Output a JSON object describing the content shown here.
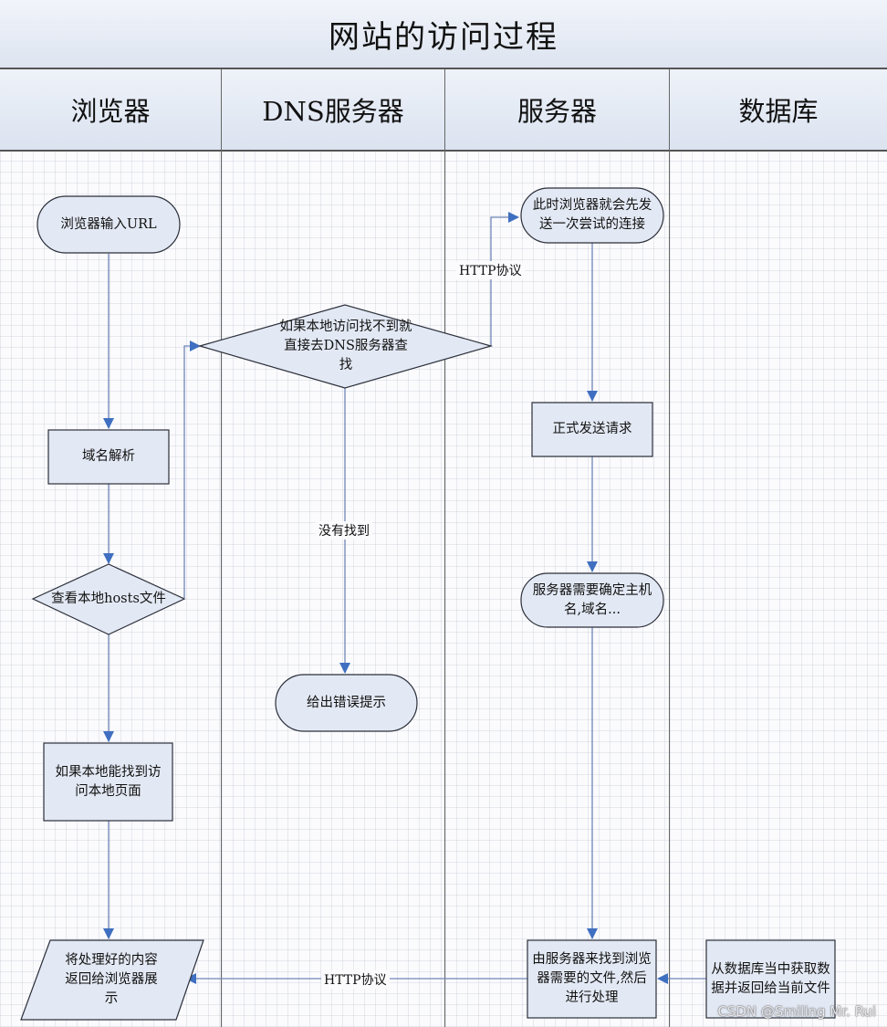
{
  "title": "网站的访问过程",
  "lanes": [
    "浏览器",
    "DNS服务器",
    "服务器",
    "数据库"
  ],
  "nodes": {
    "browser_input_url": "浏览器输入URL",
    "domain_resolve": "域名解析",
    "check_hosts": "查看本地hosts文件",
    "local_found": "如果本地能找到访问本地页面",
    "render_to_browser": "将处理好的内容返回给浏览器展示",
    "dns_lookup": "如果本地访问找不到就直接去DNS服务器查找",
    "error_prompt": "给出错误提示",
    "try_connection": "此时浏览器就会先发送一次尝试的连接",
    "send_request": "正式发送请求",
    "determine_host": "服务器需要确定主机名,域名...",
    "find_file": "由服务器来找到浏览器需要的文件,然后进行处理",
    "db_fetch": "从数据库当中获取数据并返回给当前文件"
  },
  "edge_labels": {
    "http_top": "HTTP协议",
    "not_found": "没有找到",
    "http_bottom": "HTTP协议"
  },
  "colors": {
    "arrow": "#3f6fc0",
    "line": "#6f86b8",
    "node_fill": "#e3e9f4",
    "node_stroke": "#2b2f3a"
  },
  "watermark": "CSDN @Smiling Mr. Rui"
}
